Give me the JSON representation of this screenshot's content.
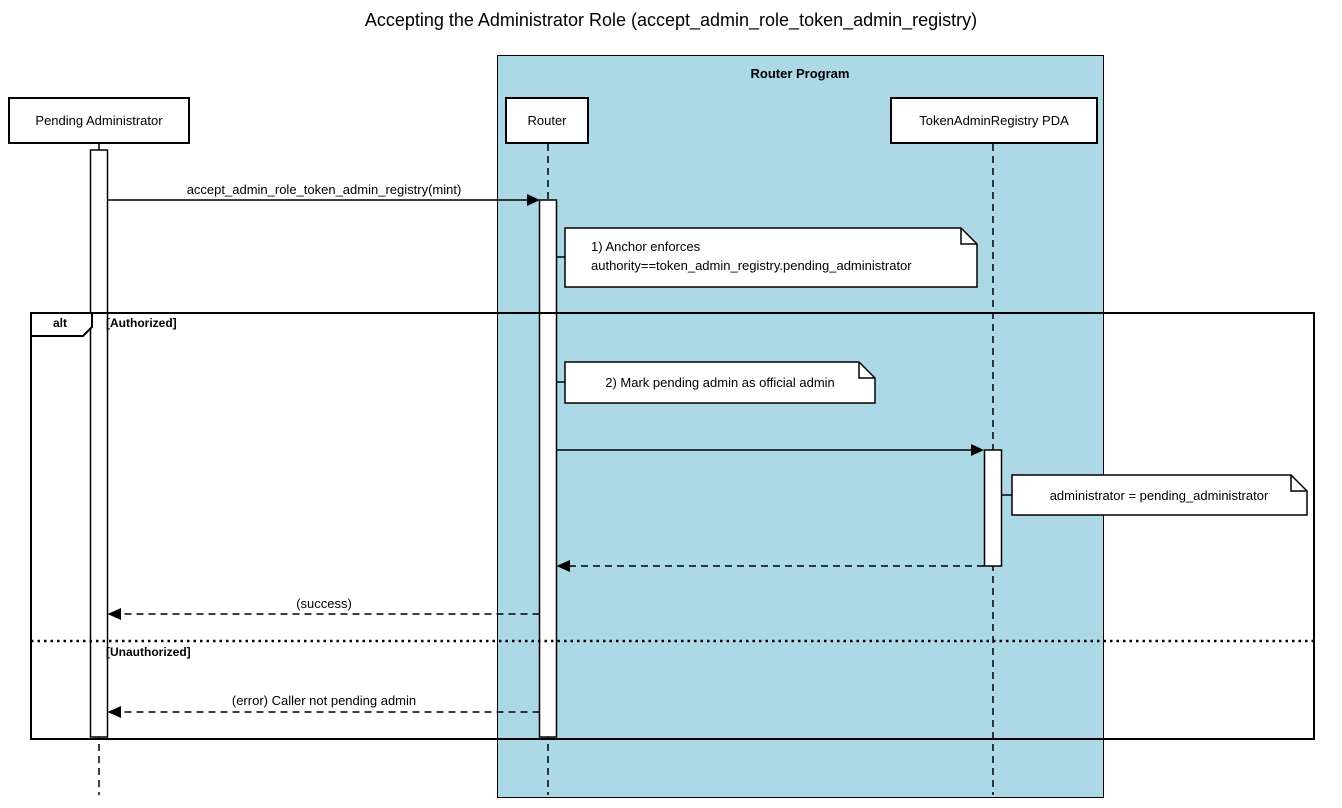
{
  "title": "Accepting the Administrator Role (accept_admin_role_token_admin_registry)",
  "container": {
    "label": "Router Program",
    "fill_color": "#ADD8E6",
    "border_color": "#000000"
  },
  "participants": {
    "pending_admin": {
      "label": "Pending Administrator"
    },
    "router": {
      "label": "Router",
      "group": "Router Program"
    },
    "token_admin_registry_pda": {
      "label": "TokenAdminRegistry PDA",
      "group": "Router Program"
    }
  },
  "messages": {
    "accept_admin_role": {
      "label": "accept_admin_role_token_admin_registry(mint)",
      "from": "pending_admin",
      "to": "router",
      "style": "solid"
    },
    "mark_admin_call": {
      "label": "",
      "from": "router",
      "to": "token_admin_registry_pda",
      "style": "solid"
    },
    "mark_admin_return": {
      "label": "",
      "from": "token_admin_registry_pda",
      "to": "router",
      "style": "dashed"
    },
    "success_return": {
      "label": "(success)",
      "from": "router",
      "to": "pending_admin",
      "style": "dashed"
    },
    "error_return": {
      "label": "(error) Caller not pending admin",
      "from": "router",
      "to": "pending_admin",
      "style": "dashed"
    }
  },
  "notes": {
    "note1": {
      "line1": "1) Anchor enforces",
      "line2": "authority==token_admin_registry.pending_administrator"
    },
    "note2": {
      "text": "2) Mark pending admin as official admin"
    },
    "note3": {
      "text": "administrator = pending_administrator"
    }
  },
  "alt_frame": {
    "operator": "alt",
    "guard_authorized": "[Authorized]",
    "guard_unauthorized": "[Unauthorized]"
  }
}
